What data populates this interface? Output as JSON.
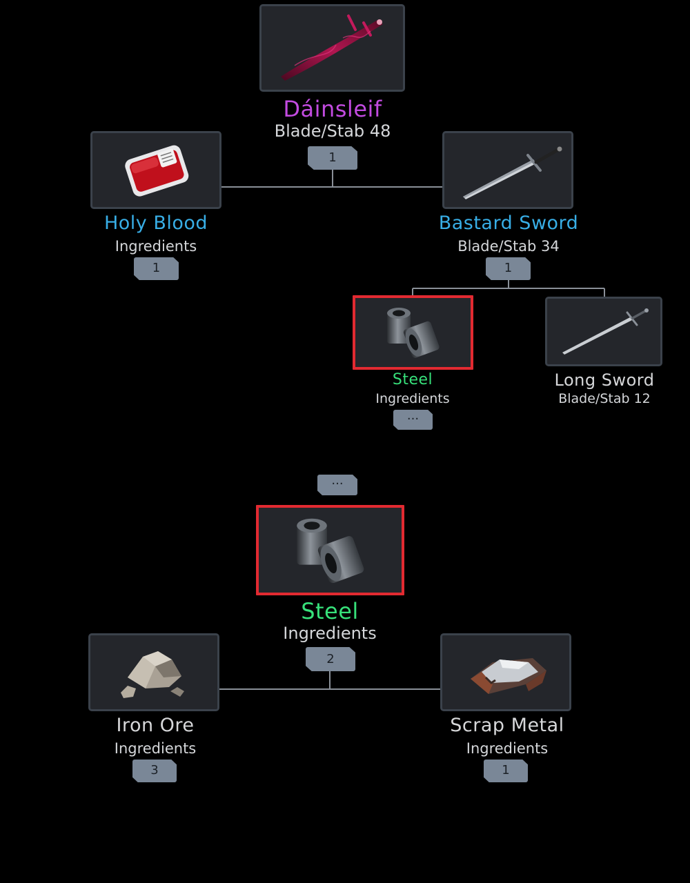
{
  "upper_tree": {
    "root": {
      "name": "Dáinsleif",
      "sub": "Blade/Stab 48",
      "count": "1",
      "icon": "crimson-blade-icon",
      "name_color": "#c24be0"
    },
    "left_child": {
      "name": "Holy Blood",
      "sub": "Ingredients",
      "count": "1",
      "icon": "blood-pack-icon",
      "name_color": "#38aee6"
    },
    "right_child": {
      "name": "Bastard Sword",
      "sub": "Blade/Stab 34",
      "count": "1",
      "icon": "bastard-sword-icon",
      "name_color": "#38aee6"
    },
    "grandchild_left": {
      "name": "Steel",
      "sub": "Ingredients",
      "count": "···",
      "icon": "steel-rings-icon",
      "name_color": "#37e07a",
      "selected": true
    },
    "grandchild_right": {
      "name": "Long Sword",
      "sub": "Blade/Stab 12",
      "icon": "long-sword-icon",
      "name_color": "#d6d7d9"
    }
  },
  "lower_tree": {
    "parent_more": "···",
    "root": {
      "name": "Steel",
      "sub": "Ingredients",
      "count": "2",
      "icon": "steel-rings-icon",
      "name_color": "#37e07a",
      "selected": true
    },
    "left_child": {
      "name": "Iron Ore",
      "sub": "Ingredients",
      "count": "3",
      "icon": "iron-ore-icon",
      "name_color": "#d6d7d9"
    },
    "right_child": {
      "name": "Scrap Metal",
      "sub": "Ingredients",
      "count": "1",
      "icon": "scrap-metal-icon",
      "name_color": "#d6d7d9"
    }
  },
  "colors": {
    "background": "#000000",
    "card": "#24262b",
    "card_border": "#3b424b",
    "selected_border": "#e22a31",
    "badge": "#7a8797"
  }
}
